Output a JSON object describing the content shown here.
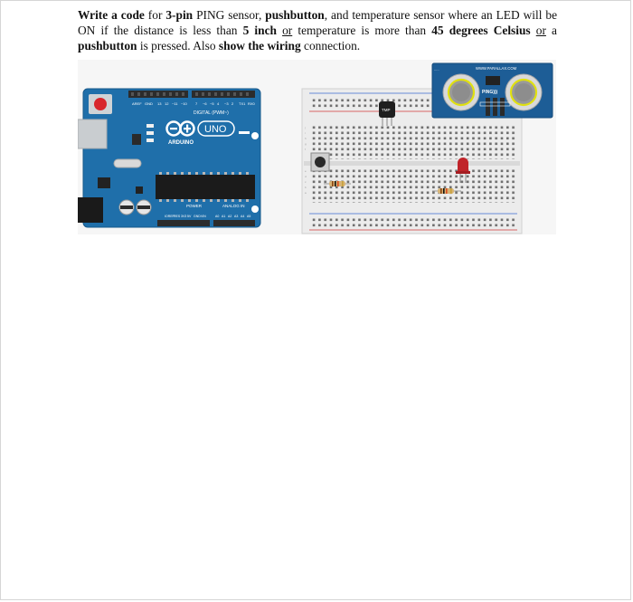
{
  "question": {
    "p1": "Write a code",
    "p2": " for ",
    "p3": "3-pin",
    "p4": " PING sensor, ",
    "p5": "pushbutton",
    "p6": ", and temperature sensor where an LED will be ON if the distance is less than ",
    "p7": "5 inch",
    "p8": " ",
    "p9": "or",
    "p10": " temperature is more than ",
    "p11": "45 degrees Celsius",
    "p12": " ",
    "p13": "or",
    "p14": " a ",
    "p15": "pushbutton",
    "p16": " is pressed. Also ",
    "p17": "show the wiring",
    "p18": " connection."
  },
  "figure": {
    "arduino": {
      "label_digital": "DIGITAL (PWM~)",
      "label_uno": "UNO",
      "label_brand": "ARDUINO",
      "label_power": "POWER",
      "label_analog": "ANALOG IN"
    },
    "ping": {
      "label_url": "WWW.PARALLAX.COM",
      "label_model": "PING)))"
    },
    "tmp": {
      "label": "TMP"
    },
    "colors": {
      "board_blue": "#1f6faa",
      "ping_blue": "#1d5d96",
      "led_red": "#c0242a",
      "breadboard": "#ececec"
    }
  }
}
